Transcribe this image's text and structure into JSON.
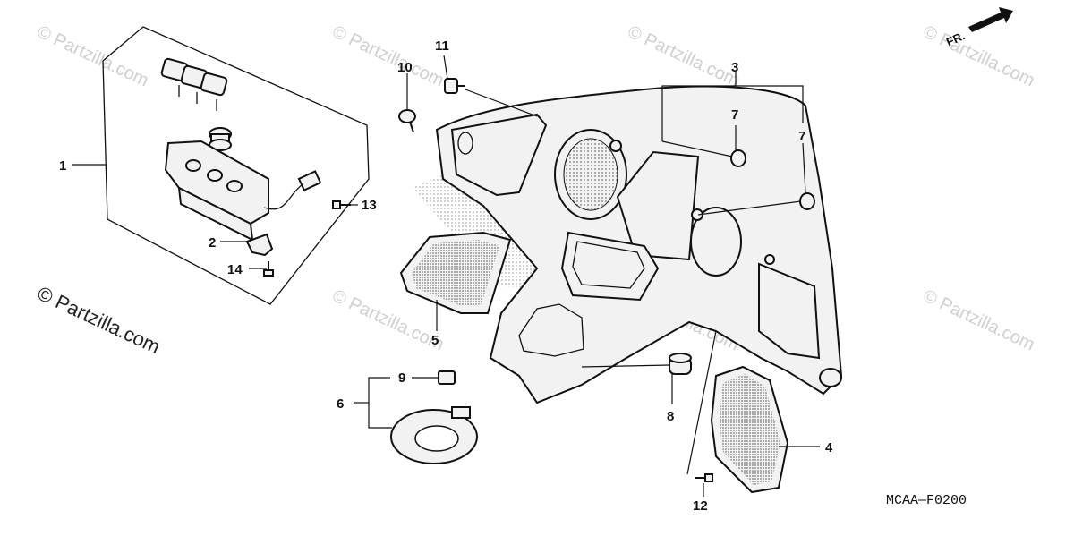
{
  "diagram": {
    "watermark_text": "© Partzilla.com",
    "copyright_text": "© Partzilla.com",
    "diagram_code": "MCAA—F0200",
    "front_label": "FR.",
    "callouts": {
      "c1": "1",
      "c2": "2",
      "c3": "3",
      "c4": "4",
      "c5": "5",
      "c6": "6",
      "c7a": "7",
      "c7b": "7",
      "c8": "8",
      "c9": "9",
      "c10": "10",
      "c11": "11",
      "c12": "12",
      "c13": "13",
      "c14": "14"
    }
  }
}
